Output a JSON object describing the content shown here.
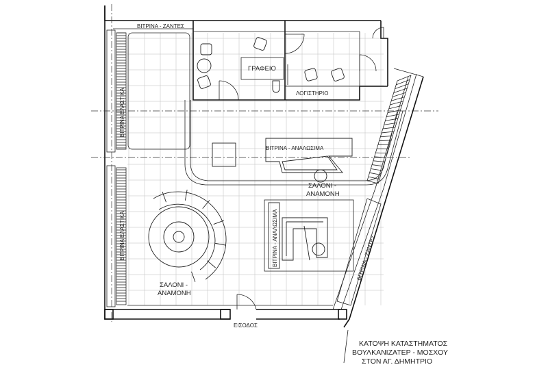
{
  "labels": {
    "vitrina_zantes_top": "ΒΙΤΡΙΝΑ - ΖΑΝΤΕΣ",
    "vitrina_elastika_upper": "ΒΙΤΡΙΝΑ  ΕΛΑΣΤΙΚΑ",
    "vitrina_elastika_lower": "ΒΙΤΡΙΝΑ  ΕΛΑΣΤΙΚΑ",
    "grafeio": "ΓΡΑΦΕΙΟ",
    "logistirio": "ΛΟΓΙΣΤΗΡΙΟ",
    "vitrina_analosima_h": "ΒΙΤΡΙΝΑ - ΑΝΑΛΩΣΙΜΑ",
    "vitrina_analosima_v": "ΒΙΤΡΙΝΑ - ΑΝΑΛΩΣΙΜΑ",
    "saloni_right_1": "ΣΑΛΟΝΙ -",
    "saloni_right_2": "ΑΝΑΜΟΝΗ",
    "saloni_left_1": "ΣΑΛΟΝΙ -",
    "saloni_left_2": "ΑΝΑΜΟΝΗ",
    "vitrina_zantes_diag": "ΒΙΤΡΙΝΑ - ΖΑΝΤΕΣ",
    "eisodos": "ΕΙΣΟΔΟΣ"
  },
  "title_block": {
    "line1": "ΚΑΤΟΨΗ ΚΑΤΑΣΤΗΜΑΤΟΣ",
    "line2": "ΒΟΥΛΚΑΝΙΖΑΤΕΡ - ΜΟΣΧΟΥ",
    "line3": "ΣΤΟΝ ΑΓ. ΔΗΜΗΤΡΙΟ"
  }
}
